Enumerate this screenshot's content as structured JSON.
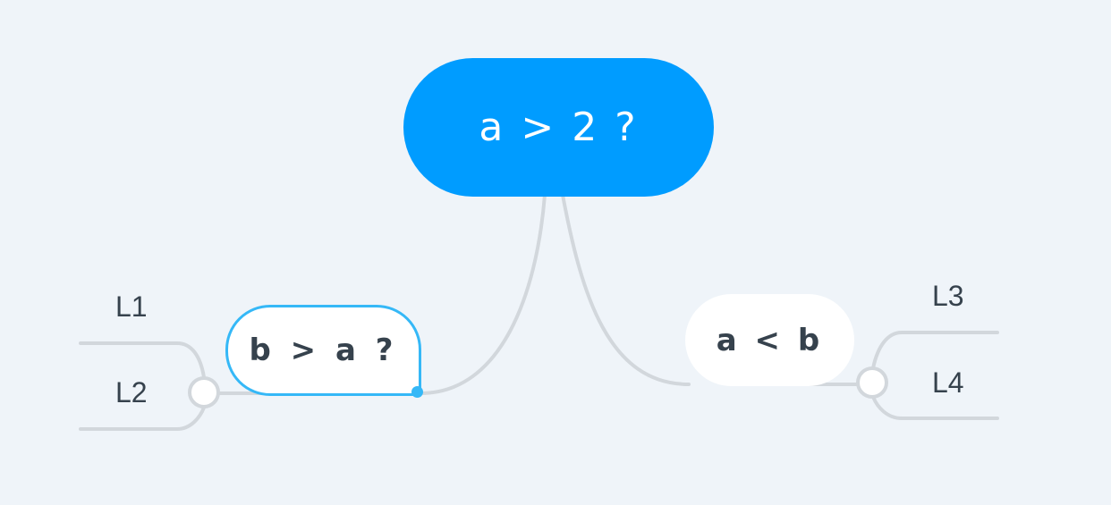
{
  "diagram": {
    "root": {
      "label": "a > 2 ?"
    },
    "branches": [
      {
        "label": "b > a ?",
        "selected": true,
        "children": [
          {
            "label": "L1"
          },
          {
            "label": "L2"
          }
        ]
      },
      {
        "label": "a < b",
        "selected": false,
        "children": [
          {
            "label": "L3"
          },
          {
            "label": "L4"
          }
        ]
      }
    ]
  },
  "colors": {
    "background": "#eff4f9",
    "root_fill": "#009cff",
    "selection_outline": "#35b8f7",
    "connector": "#d2d7dc",
    "text_dark": "#36424d"
  }
}
